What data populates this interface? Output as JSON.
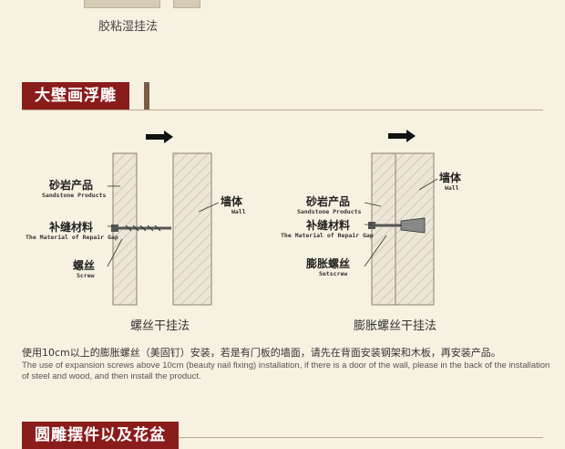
{
  "top_caption": "胶粘湿挂法",
  "section1_title": "大壁画浮雕",
  "section2_title": "圆雕摆件以及花盆",
  "left_diagram": {
    "sandstone_cn": "砂岩产品",
    "sandstone_en": "Sandstone Products",
    "repair_cn": "补缝材料",
    "repair_en": "The Material of Repair Gap",
    "screw_cn": "螺丝",
    "screw_en": "Screw",
    "wall_cn": "墙体",
    "wall_en": "Wall",
    "caption": "螺丝干挂法"
  },
  "right_diagram": {
    "wall_cn": "墙体",
    "wall_en": "Wall",
    "sandstone_cn": "砂岩产品",
    "sandstone_en": "Sandstone Products",
    "repair_cn": "补缝材料",
    "repair_en": "The Material of Repair Gap",
    "setscrew_cn": "膨胀螺丝",
    "setscrew_en": "Setscrew",
    "caption": "膨胀螺丝干挂法"
  },
  "note_cn": "使用10cm以上的膨胀螺丝（美固钉）安装，若是有门板的墙面，请先在背面安装钢架和木板，再安装产品。",
  "note_en": "The use of expansion screws above 10cm (beauty nail fixing) installation, if there is a door of the wall, please in the back of the installation of steel and wood, and then install the product.",
  "colors": {
    "banner": "#8b1c1c",
    "background": "#f7f1e1",
    "panel_fill": "#ece6d8",
    "arrow": "#111111"
  }
}
